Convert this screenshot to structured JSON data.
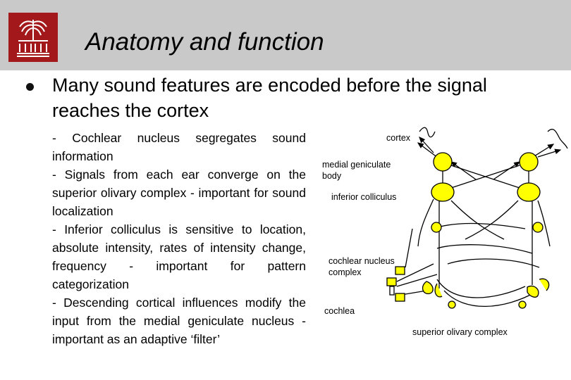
{
  "slide": {
    "title": "Anatomy and function",
    "lead": "Many sound features are encoded before the signal reaches the cortex",
    "points": [
      "- Cochlear nucleus segregates sound information",
      "- Signals from each ear converge on the superior olivary complex - important for sound localization",
      "- Inferior colliculus is sensitive to location, absolute intensity, rates of intensity change, frequency - important for pattern categorization",
      "- Descending cortical influences modify the input from the medial geniculate nucleus - important as an adaptive ‘filter’"
    ]
  },
  "diagram": {
    "labels": {
      "cortex": "cortex",
      "mgb_line1": "medial geniculate",
      "mgb_line2": "body",
      "ic": "inferior colliculus",
      "cn_line1": "cochlear nucleus",
      "cn_line2": "complex",
      "cochlea": "cochlea",
      "soc": "superior olivary complex"
    },
    "node_color": "#ffff00",
    "outline_color": "#000000"
  },
  "colors": {
    "header_bg": "#c9c9c9",
    "logo_red": "#a3191b"
  }
}
